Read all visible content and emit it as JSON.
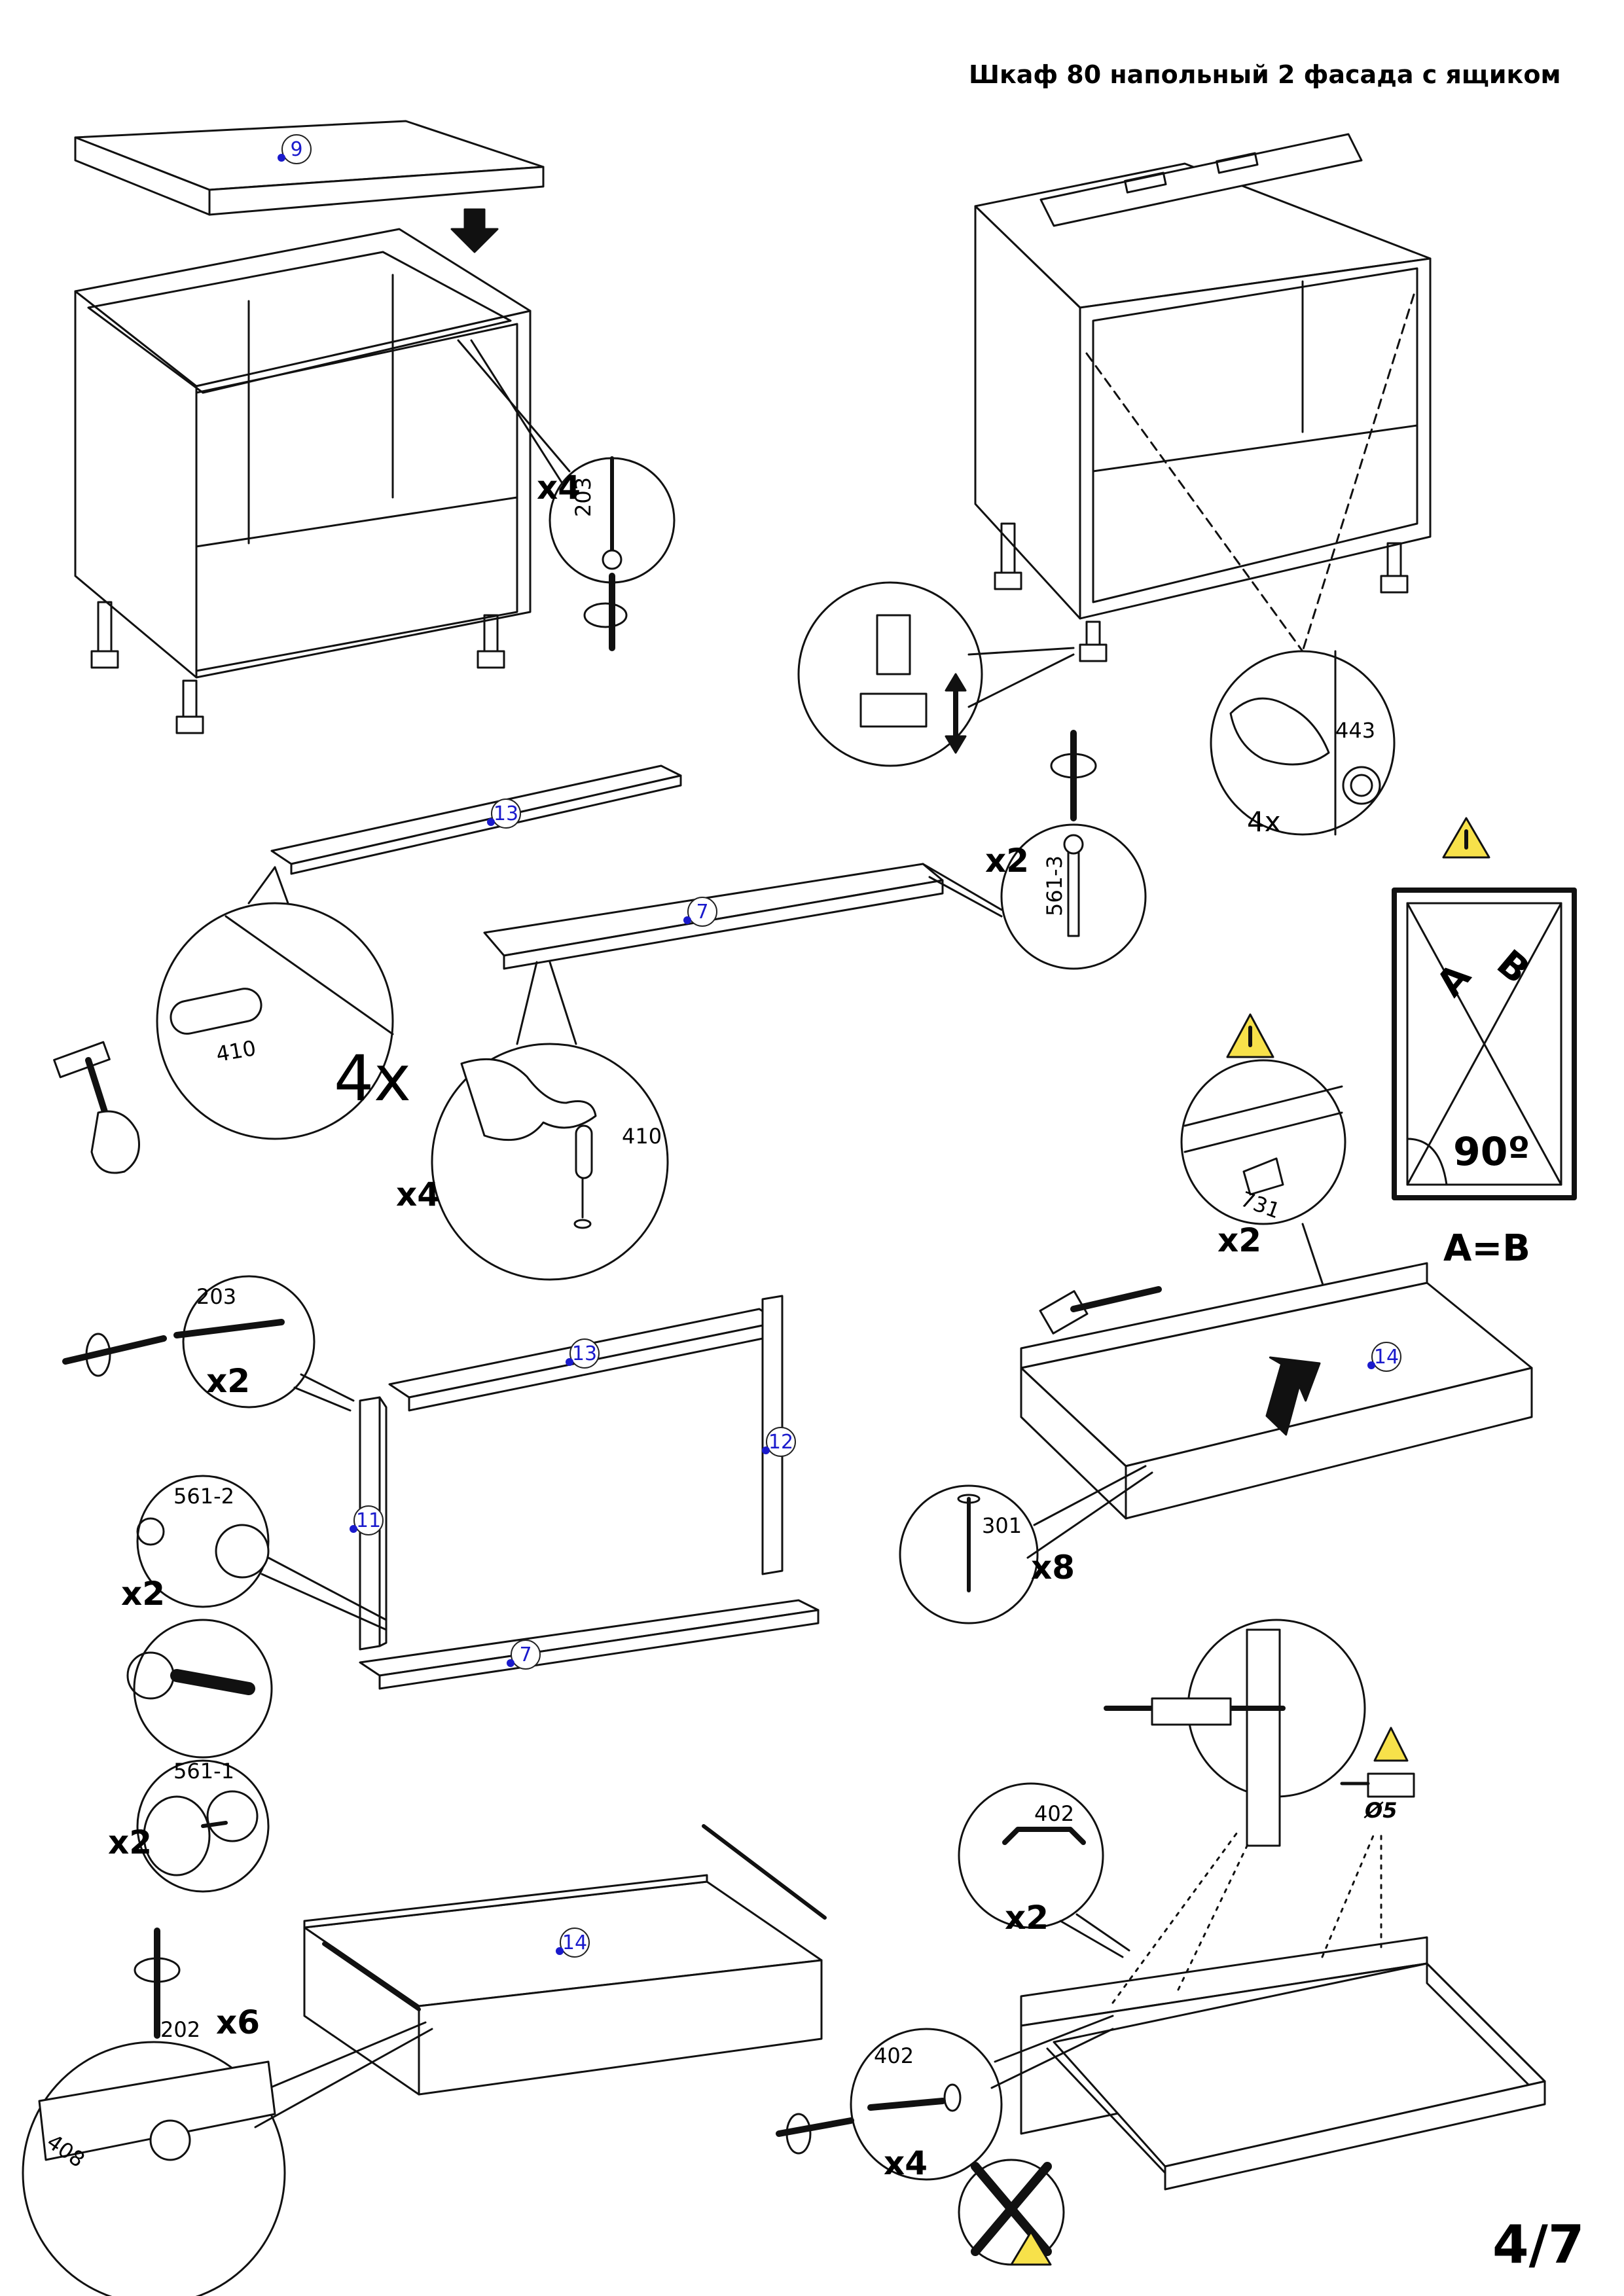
{
  "title": "Шкаф 80 напольный 2 фасада с ящиком",
  "page_number": "4/7",
  "part_labels": {
    "p9": "9",
    "p13a": "13",
    "p7a": "7",
    "p13b": "13",
    "p12": "12",
    "p11": "11",
    "p7b": "7",
    "p14a": "14",
    "p14b": "14"
  },
  "hardware": {
    "h203a": "203",
    "h203b": "203",
    "h443": "443",
    "h561_3": "561-3",
    "h410a": "410",
    "h410b": "410",
    "h731": "731",
    "h561_2": "561-2",
    "h561_1": "561-1",
    "h301": "301",
    "h402a": "402",
    "h402b": "402",
    "h202": "202",
    "h408": "408",
    "drill": "Ø5"
  },
  "quantities": {
    "q1": "x4",
    "q2": "4x",
    "q3": "x2",
    "q4": "4x",
    "q5": "x4",
    "q6": "x2",
    "q7": "x2",
    "q8": "x2",
    "q9": "x2",
    "q10": "x8",
    "q11": "x2",
    "q12": "x6",
    "q13": "x4"
  },
  "square_check": {
    "a": "A",
    "b": "B",
    "angle": "90º",
    "rule": "A=B"
  },
  "icons": [
    "arrow-down-icon",
    "screwdriver-icon",
    "hammer-icon",
    "warning-icon",
    "level-icon",
    "drill-icon",
    "rotate-icon",
    "adjust-arrow-icon"
  ]
}
